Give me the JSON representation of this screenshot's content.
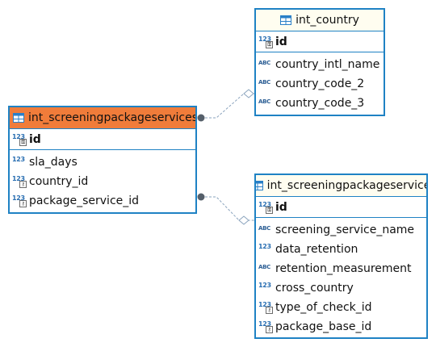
{
  "entities": {
    "country": {
      "title": "int_country",
      "pk": {
        "type": "123",
        "name": "id"
      },
      "columns": [
        {
          "type": "ABC",
          "name": "country_intl_name"
        },
        {
          "type": "ABC",
          "name": "country_code_2"
        },
        {
          "type": "ABC",
          "name": "country_code_3"
        }
      ]
    },
    "sla": {
      "title": "int_screeningpackageservicesla",
      "pk": {
        "type": "123",
        "name": "id"
      },
      "columns": [
        {
          "type": "123",
          "name": "sla_days"
        },
        {
          "type": "123",
          "name": "country_id"
        },
        {
          "type": "123",
          "name": "package_service_id"
        }
      ]
    },
    "service": {
      "title": "int_screeningpackageservice",
      "pk": {
        "type": "123",
        "name": "id"
      },
      "columns": [
        {
          "type": "ABC",
          "name": "screening_service_name"
        },
        {
          "type": "123",
          "name": "data_retention"
        },
        {
          "type": "ABC",
          "name": "retention_measurement"
        },
        {
          "type": "123",
          "name": "cross_country"
        },
        {
          "type": "123",
          "name": "type_of_check_id"
        },
        {
          "type": "123",
          "name": "package_base_id"
        }
      ]
    }
  },
  "colors": {
    "border": "#1f82c4",
    "header": "#fffdf0",
    "selected_header": "#f07c3a",
    "connector": "#7f9bb8"
  }
}
